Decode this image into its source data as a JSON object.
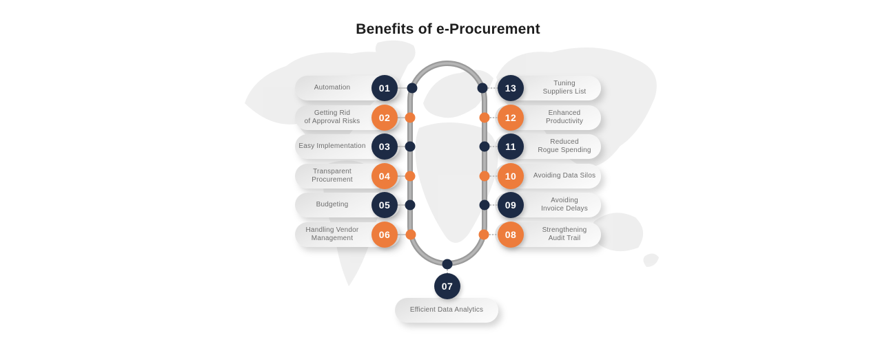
{
  "title": "Benefits of e-Procurement",
  "colors": {
    "navy": "#1d2b45",
    "orange": "#ed7c3c",
    "track": "#9a9a9a"
  },
  "left_items": [
    {
      "number": "01",
      "label": "Automation",
      "tone": "navy"
    },
    {
      "number": "02",
      "label": "Getting Rid\nof Approval Risks",
      "tone": "orange"
    },
    {
      "number": "03",
      "label": "Easy Implementation",
      "tone": "navy"
    },
    {
      "number": "04",
      "label": "Transparent\nProcurement",
      "tone": "orange"
    },
    {
      "number": "05",
      "label": "Budgeting",
      "tone": "navy"
    },
    {
      "number": "06",
      "label": "Handling Vendor\nManagement",
      "tone": "orange"
    }
  ],
  "right_items": [
    {
      "number": "13",
      "label": "Tuning\nSuppliers List",
      "tone": "navy"
    },
    {
      "number": "12",
      "label": "Enhanced\nProductivity",
      "tone": "orange"
    },
    {
      "number": "11",
      "label": "Reduced\nRogue Spending",
      "tone": "navy"
    },
    {
      "number": "10",
      "label": "Avoiding Data Silos",
      "tone": "orange"
    },
    {
      "number": "09",
      "label": "Avoiding\nInvoice Delays",
      "tone": "navy"
    },
    {
      "number": "08",
      "label": "Strengthening\nAudit Trail",
      "tone": "orange"
    }
  ],
  "bottom_item": {
    "number": "07",
    "label": "Efficient Data Analytics",
    "tone": "navy"
  }
}
